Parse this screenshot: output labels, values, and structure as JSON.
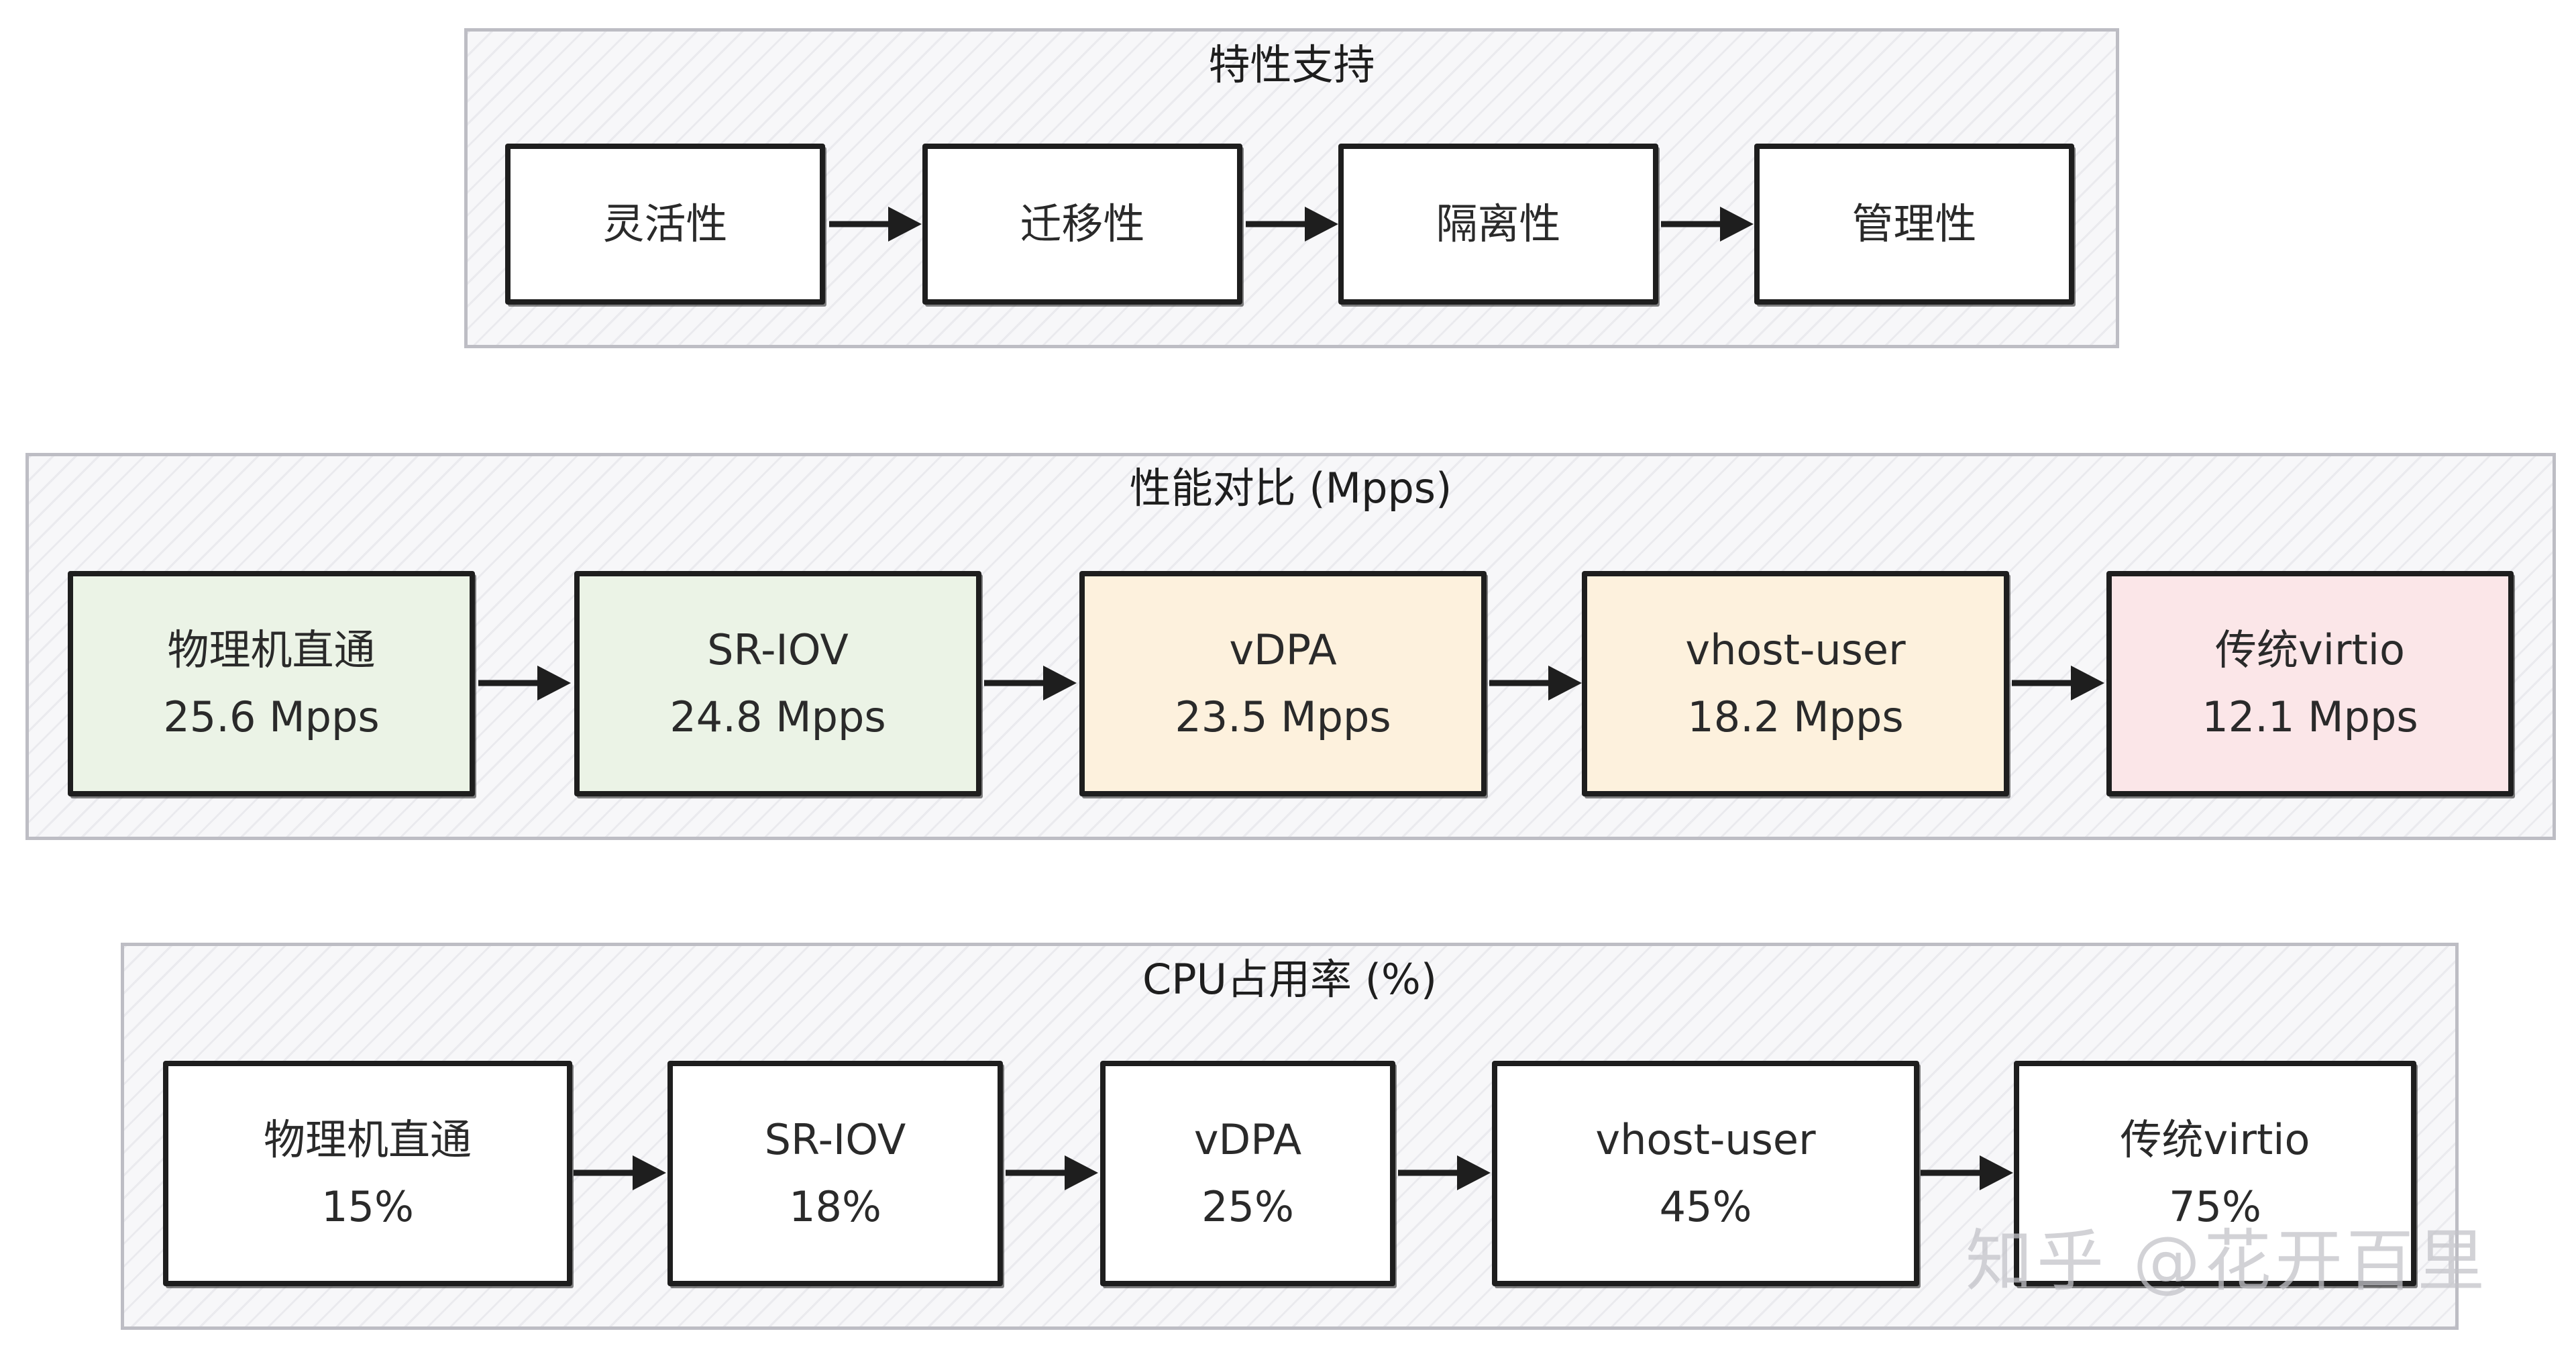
{
  "feature_panel": {
    "title": "特性支持",
    "items": [
      {
        "label": "灵活性"
      },
      {
        "label": "迁移性"
      },
      {
        "label": "隔离性"
      },
      {
        "label": "管理性"
      }
    ]
  },
  "performance_panel": {
    "title": "性能对比 (Mpps)",
    "items": [
      {
        "name": "物理机直通",
        "value": "25.6 Mpps",
        "color": "#ebf3e6"
      },
      {
        "name": "SR-IOV",
        "value": "24.8 Mpps",
        "color": "#ebf3e6"
      },
      {
        "name": "vDPA",
        "value": "23.5 Mpps",
        "color": "#fdf1dd"
      },
      {
        "name": "vhost-user",
        "value": "18.2 Mpps",
        "color": "#fdf1dd"
      },
      {
        "name": "传统virtio",
        "value": "12.1 Mpps",
        "color": "#fbe6e8"
      }
    ]
  },
  "cpu_panel": {
    "title": "CPU占用率 (%)",
    "items": [
      {
        "name": "物理机直通",
        "value": "15%"
      },
      {
        "name": "SR-IOV",
        "value": "18%"
      },
      {
        "name": "vDPA",
        "value": "25%"
      },
      {
        "name": "vhost-user",
        "value": "45%"
      },
      {
        "name": "传统virtio",
        "value": "75%"
      }
    ]
  },
  "watermark": "知乎 @花开百里"
}
